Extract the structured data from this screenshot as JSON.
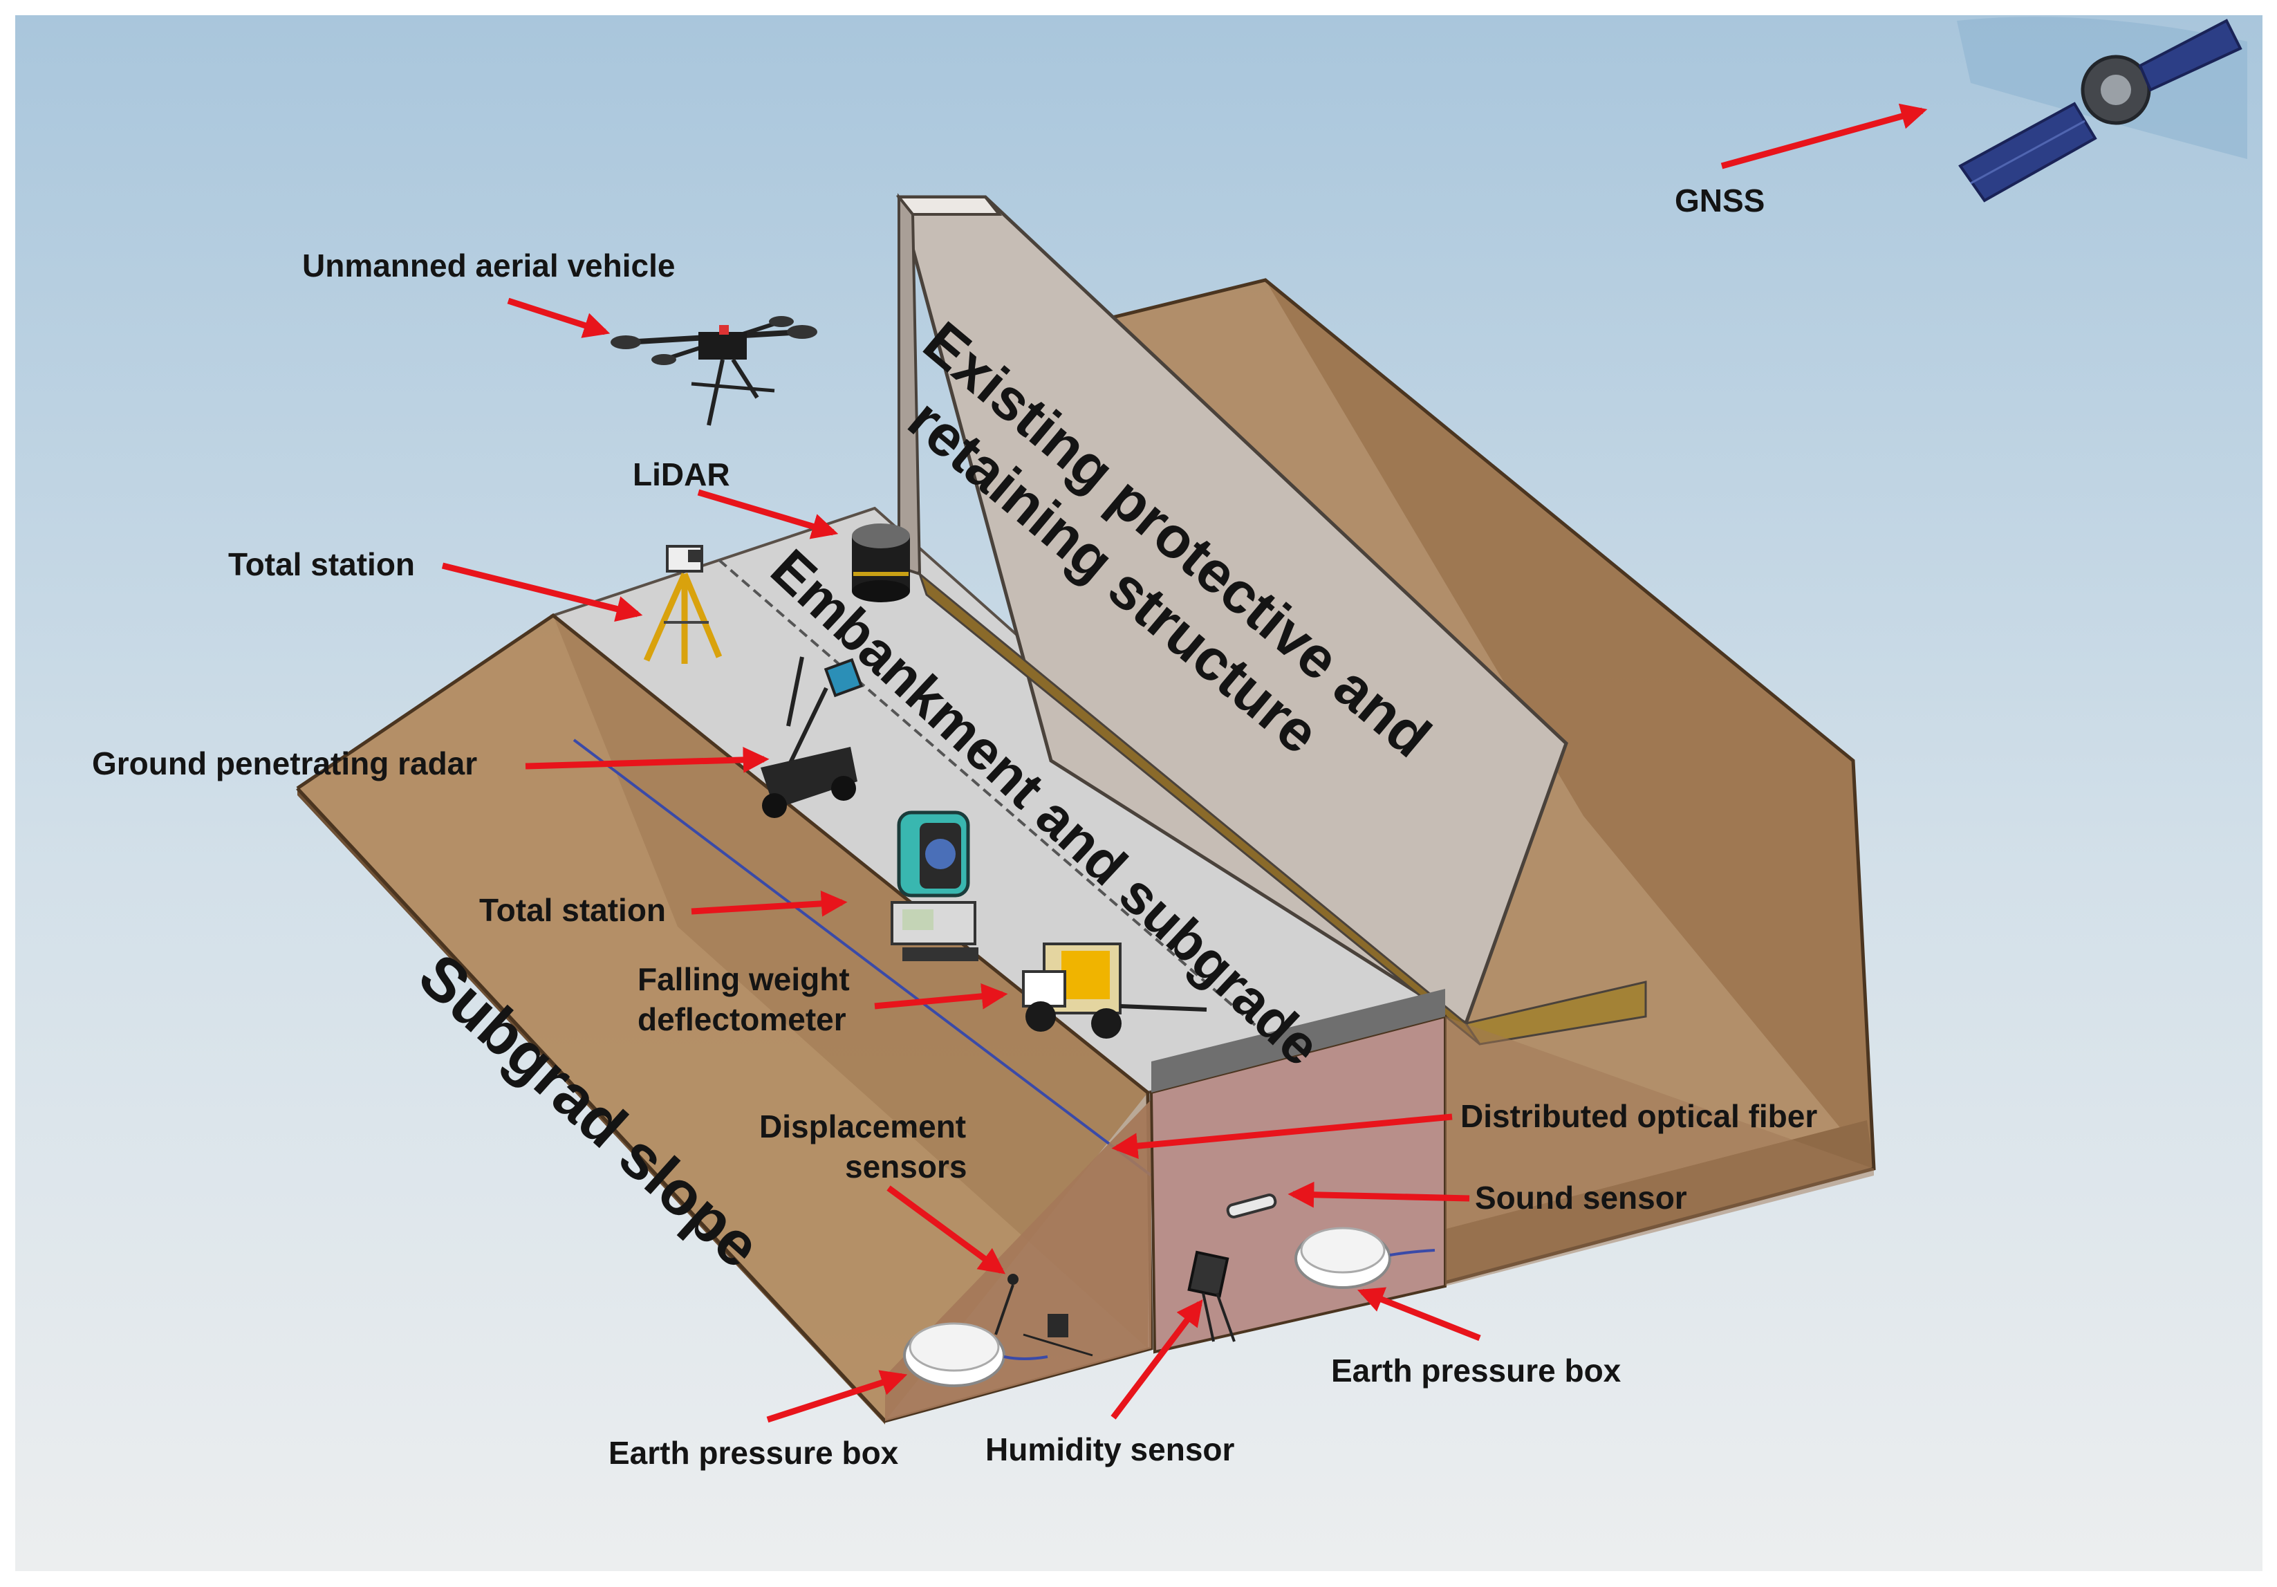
{
  "labels": {
    "gnss": "GNSS",
    "uav": "Unmanned aerial vehicle",
    "lidar": "LiDAR",
    "total_station_top": "Total station",
    "gpr": "Ground penetrating radar",
    "total_station_mid": "Total station",
    "fwd_line1": "Falling weight",
    "fwd_line2": "deflectometer",
    "displacement_line1": "Displacement",
    "displacement_line2": "sensors",
    "optical_fiber": "Distributed optical fiber",
    "sound_sensor": "Sound sensor",
    "earth_pressure_right": "Earth pressure box",
    "earth_pressure_left": "Earth pressure box",
    "humidity_sensor": "Humidity sensor"
  },
  "regions": {
    "wall_line1": "Existing protective and",
    "wall_line2": "retaining structure",
    "embankment": "Embankment and subgrade",
    "slope": "Subgrad slope"
  },
  "colors": {
    "arrow": "#e8141b",
    "soil": "#b08a63",
    "road": "#d2d2d2",
    "wall": "#c4bbb3"
  }
}
